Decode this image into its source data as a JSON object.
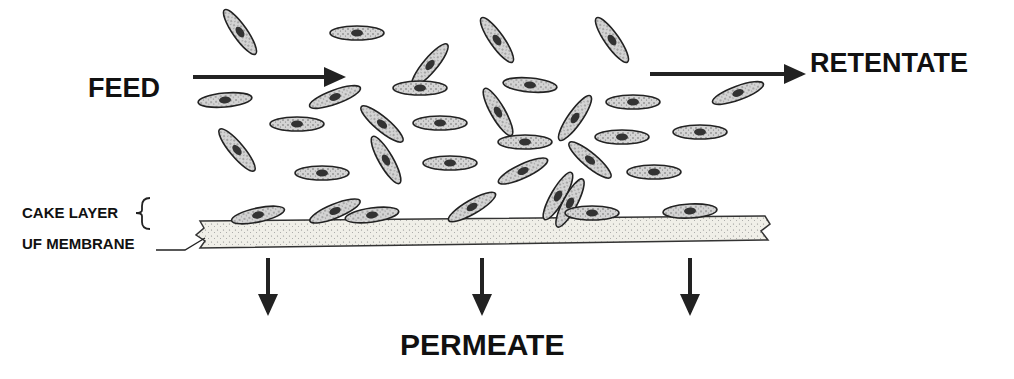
{
  "diagram": {
    "labels": [
      "FEED",
      "RETENTATE",
      "CAKE LAYER",
      "UF MEMBRANE",
      "PERMEATE"
    ]
  }
}
